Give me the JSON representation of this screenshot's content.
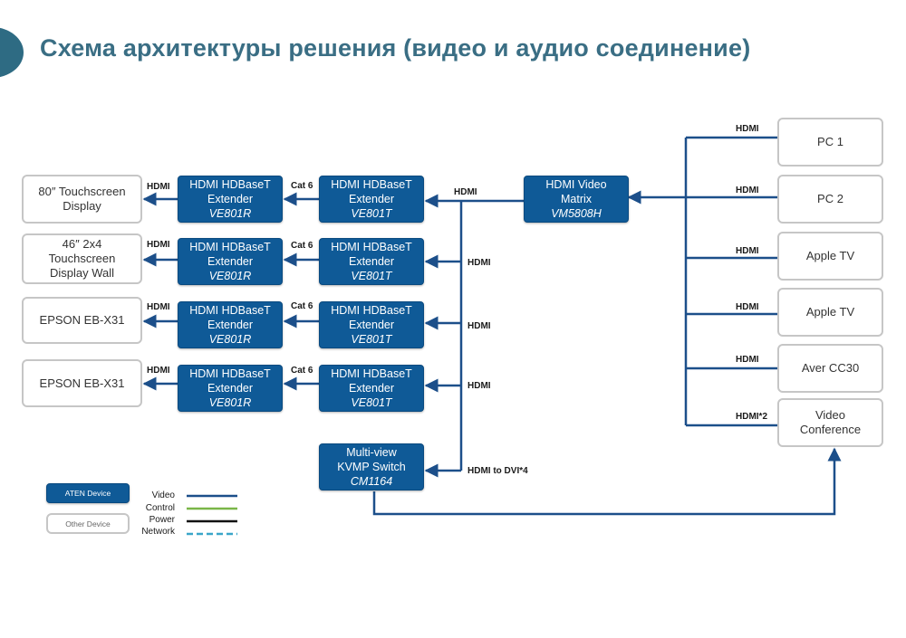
{
  "title": "Схема архитектуры решения (видео и аудио соединение)",
  "colors": {
    "aten": "#0f5a97",
    "video": "#1c4f8a",
    "control": "#7ab648",
    "power": "#111111",
    "network": "#3aa6c9",
    "title": "#3a6e84"
  },
  "matrix": {
    "line1": "HDMI Video",
    "line2": "Matrix",
    "model": "VM5808H"
  },
  "kvmp": {
    "line1": "Multi-view",
    "line2": "KVMP Switch",
    "model": "CM1164"
  },
  "extender": {
    "line1": "HDMI HDBaseT",
    "line2": "Extender",
    "tx_model": "VE801T",
    "rx_model": "VE801R"
  },
  "displays": [
    {
      "line1": "80″ Touchscreen",
      "line2": "Display",
      "line3": ""
    },
    {
      "line1": "46″ 2x4",
      "line2": "Touchscreen",
      "line3": "Display Wall"
    },
    {
      "line1": "EPSON EB-X31",
      "line2": "",
      "line3": ""
    },
    {
      "line1": "EPSON EB-X31",
      "line2": "",
      "line3": ""
    }
  ],
  "sources": [
    {
      "line1": "PC 1",
      "line2": ""
    },
    {
      "line1": "PC 2",
      "line2": ""
    },
    {
      "line1": "Apple TV",
      "line2": ""
    },
    {
      "line1": "Apple TV",
      "line2": ""
    },
    {
      "line1": "Aver CC30",
      "line2": ""
    },
    {
      "line1": "Video",
      "line2": "Conference"
    }
  ],
  "labels": {
    "hdmi": "HDMI",
    "cat6": "Cat 6",
    "hdmi_x2": "HDMI*2",
    "hdmi_to_dvi": "HDMI to DVI*4"
  },
  "legend": {
    "aten_device": "ATEN Device",
    "other_device": "Other Device",
    "video": "Video",
    "control": "Control",
    "power": "Power",
    "network": "Network"
  }
}
